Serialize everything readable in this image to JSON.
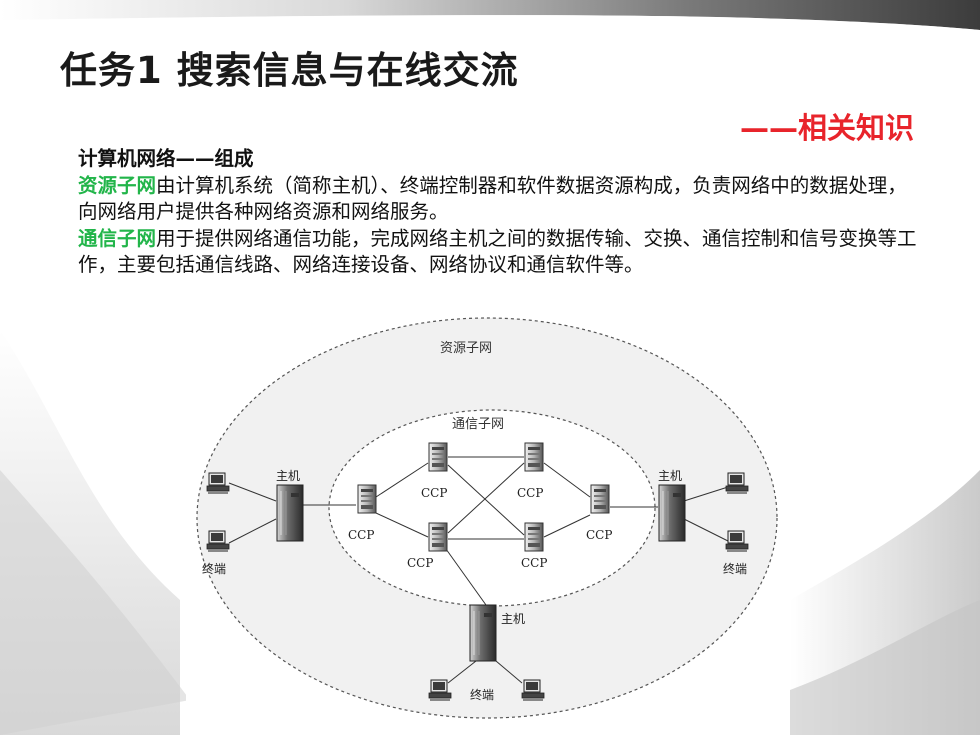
{
  "slide": {
    "title": "任务1  搜索信息与在线交流",
    "subtitle": "——相关知识"
  },
  "content": {
    "heading": "计算机网络——组成",
    "para1_term": "资源子网",
    "para1_text": "由计算机系统（简称主机）、终端控制器和软件数据资源构成，负责网络中的数据处理，向网络用户提供各种网络资源和网络服务。",
    "para2_term": "通信子网",
    "para2_text": "用于提供网络通信功能，完成网络主机之间的数据传输、交换、通信控制和信号变换等工作，主要包括通信线路、网络连接设备、网络协议和通信软件等。"
  },
  "diagram": {
    "outer_label": "资源子网",
    "inner_label": "通信子网",
    "ccp": "CCP",
    "host_left": "主机",
    "host_right": "主机",
    "host_bottom": "主机",
    "terminal_left": "终端",
    "terminal_right": "终端",
    "terminal_bottom": "终端"
  },
  "colors": {
    "title": "#1a1a1a",
    "subtitle": "#e8242b",
    "term": "#22b54a"
  }
}
